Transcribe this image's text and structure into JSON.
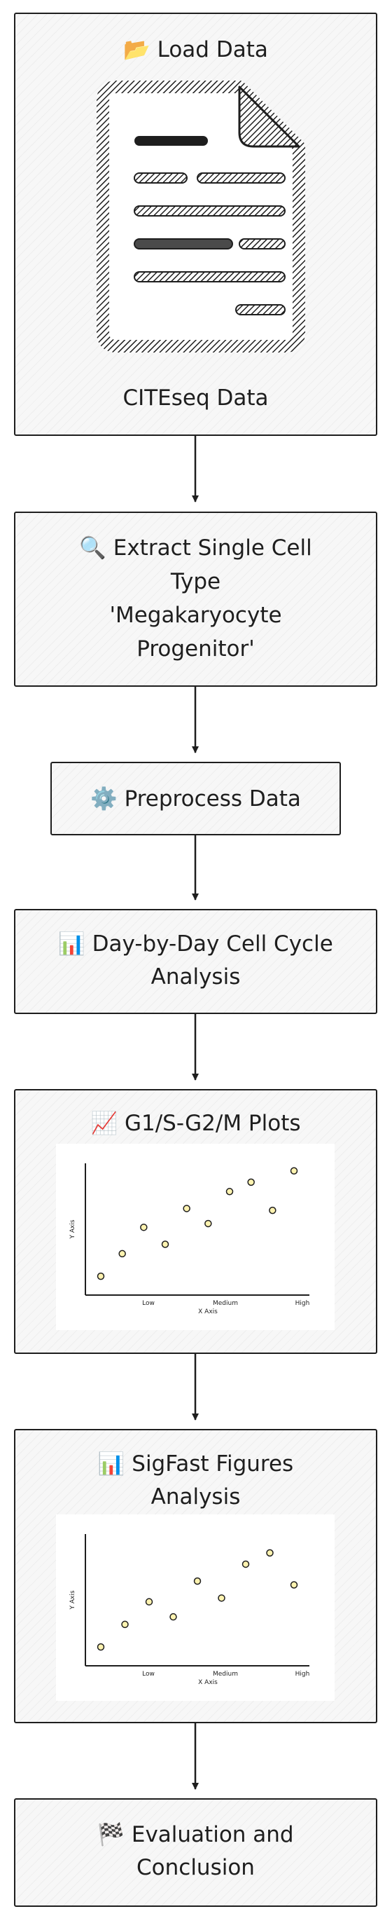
{
  "nodes": {
    "load": {
      "icon": "📂",
      "title": "Load Data",
      "caption": "CITEseq Data",
      "icon_name": "open-folder-icon",
      "illustration": "document-icon"
    },
    "extract": {
      "icon": "🔍",
      "line1": "Extract Single Cell",
      "line2": "Type",
      "line3": "'Megakaryocyte",
      "line4": "Progenitor'",
      "icon_name": "magnifier-icon"
    },
    "preprocess": {
      "icon": "⚙️",
      "title": "Preprocess Data",
      "icon_name": "gear-icon"
    },
    "daybyday": {
      "icon": "📊",
      "line1": "Day-by-Day Cell Cycle",
      "line2": "Analysis",
      "icon_name": "bar-chart-icon"
    },
    "g1s": {
      "icon": "📈",
      "title": "G1/S-G2/M Plots",
      "icon_name": "line-chart-icon"
    },
    "sigfast": {
      "icon": "📊",
      "line1": "SigFast Figures",
      "line2": "Analysis",
      "icon_name": "bar-chart-icon"
    },
    "evaluation": {
      "icon": "🏁",
      "line1": "Evaluation and",
      "line2": "Conclusion",
      "icon_name": "checkered-flag-icon"
    }
  },
  "chart_data": [
    {
      "type": "scatter",
      "title": "",
      "xlabel": "X Axis",
      "ylabel": "Y Axis",
      "x_tick_labels": [
        "Low",
        "Medium",
        "High"
      ],
      "x": [
        1,
        2,
        3,
        4,
        5,
        6,
        7,
        8,
        9,
        10
      ],
      "y": [
        2.0,
        3.2,
        4.6,
        3.7,
        5.6,
        4.8,
        6.5,
        7.0,
        5.5,
        7.6
      ],
      "ylim": [
        1,
        8
      ],
      "grid": false
    },
    {
      "type": "scatter",
      "title": "",
      "xlabel": "X Axis",
      "ylabel": "Y Axis",
      "x_tick_labels": [
        "Low",
        "Medium",
        "High"
      ],
      "x": [
        1,
        2,
        3,
        4,
        5,
        6,
        7,
        8,
        9
      ],
      "y": [
        2.0,
        3.2,
        4.4,
        3.6,
        5.5,
        4.6,
        6.4,
        7.0,
        5.3
      ],
      "ylim": [
        1,
        8
      ],
      "grid": false
    }
  ]
}
